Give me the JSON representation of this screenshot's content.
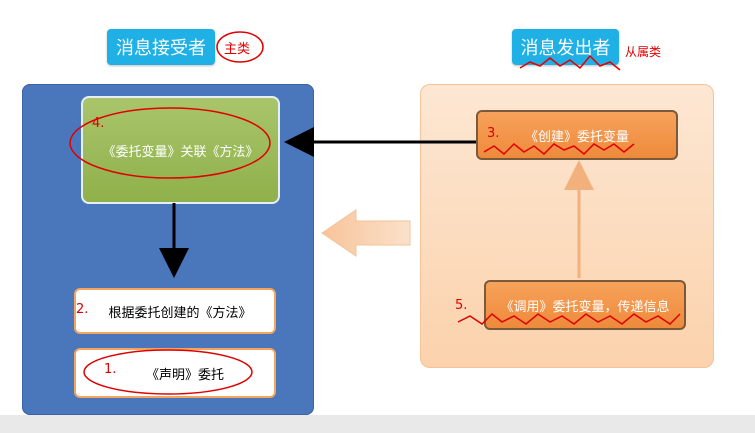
{
  "titles": {
    "receiver": "消息接受者",
    "receiver_note": "主类",
    "sender": "消息发出者",
    "sender_note": "从属类"
  },
  "left_panel": {
    "green_box": {
      "number": "4.",
      "text": "《委托变量》关联《方法》"
    },
    "method_box": {
      "number": "2.",
      "text": "根据委托创建的《方法》"
    },
    "declare_box": {
      "number": "1.",
      "text": "《声明》委托"
    }
  },
  "right_panel": {
    "create_box": {
      "number": "3.",
      "text": "《创建》委托变量"
    },
    "call_box": {
      "number": "5.",
      "text": "《调用》委托变量，传递信息"
    }
  },
  "colors": {
    "title_blue": "#1fb0e6",
    "left_panel": "#4a76bb",
    "right_panel": "#fbd9b8",
    "green_box": "#9bba58",
    "orange_box": "#f39a4c",
    "annotation_red": "#e00000"
  }
}
